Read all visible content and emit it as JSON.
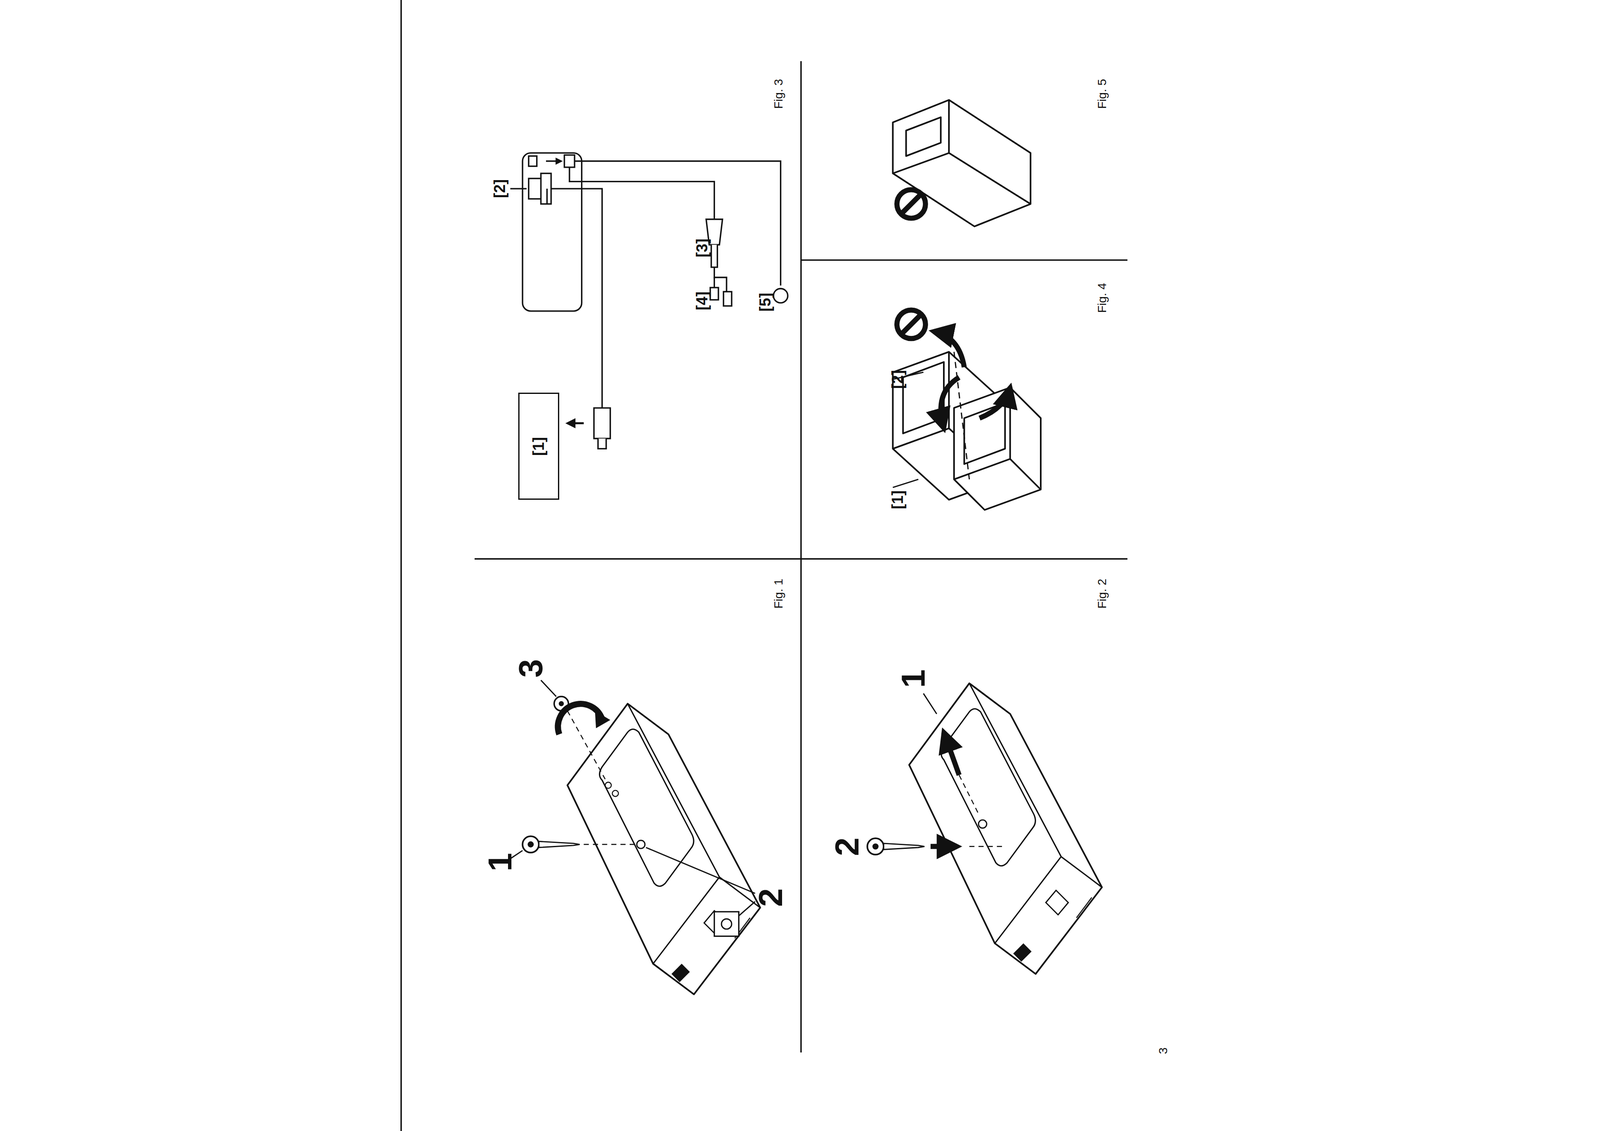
{
  "diagram": {
    "nodes": [
      {
        "text": [
          "[1]"
        ]
      }
    ],
    "labels": [
      "[2]",
      "[3]",
      "[4]",
      "[5]",
      "Fig. 3",
      "1",
      "3",
      "2",
      "Fig. 1",
      "2",
      "1",
      "Fig. 2",
      "[2]",
      "[1]",
      "Fig. 4",
      "Fig. 5",
      "3"
    ]
  }
}
